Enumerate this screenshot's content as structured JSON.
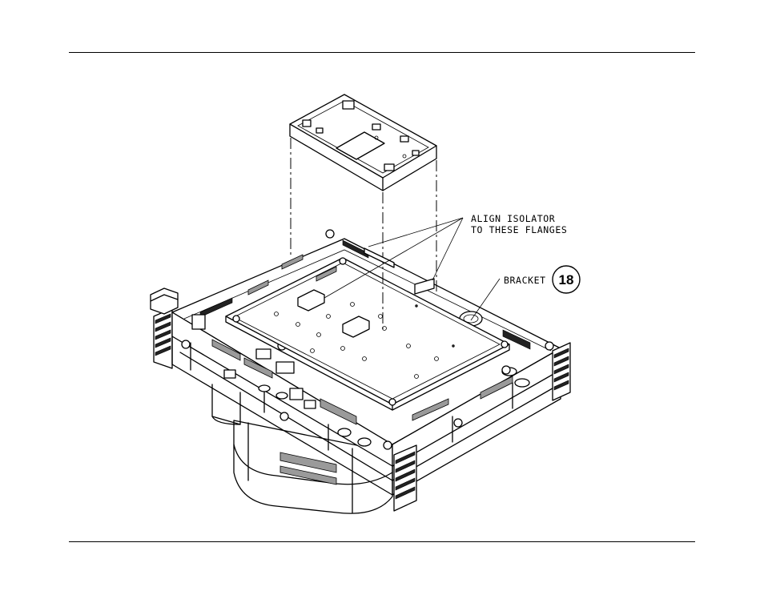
{
  "callouts": {
    "align_line1": "ALIGN ISOLATOR",
    "align_line2": "TO THESE FLANGES",
    "bracket_label": "BRACKET",
    "bracket_item_number": "18"
  }
}
